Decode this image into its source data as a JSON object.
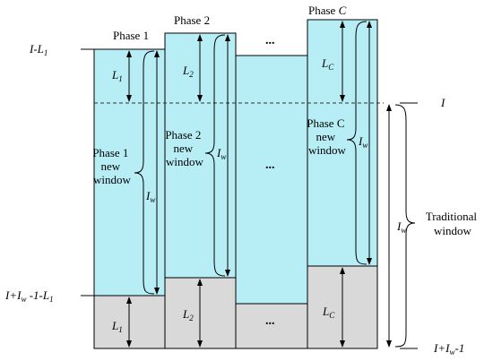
{
  "colors": {
    "window_fill": "#b7eef6",
    "lower_fill": "#d9d9d9",
    "stroke": "#000000",
    "dashed_line": "#333333"
  },
  "phases": [
    {
      "title": "Phase 1",
      "length_label": "L",
      "length_sub": "1",
      "window_label_lines": [
        "Phase 1",
        "new",
        "window"
      ]
    },
    {
      "title": "Phase 2",
      "length_label": "L",
      "length_sub": "2",
      "window_label_lines": [
        "Phase 2",
        "new",
        "window"
      ]
    },
    {
      "title": "...",
      "length_label": "...",
      "length_sub": "",
      "window_label_lines": [
        "..."
      ]
    },
    {
      "title_prefix": "Phase ",
      "title_var": "C",
      "length_label": "L",
      "length_sub": "C",
      "window_label_lines": [
        "Phase C",
        "new",
        "window"
      ]
    }
  ],
  "window_width_label": "I",
  "window_width_sub": "w",
  "left_markers": {
    "top": {
      "main": "I",
      "rest": "-L",
      "sub": "1"
    },
    "bottom": {
      "p1": "I+I",
      "sub": "w",
      "p2": " -1-L",
      "sub2": "1"
    }
  },
  "right_markers": {
    "top": "I",
    "bottom": {
      "p1": "I+I",
      "sub": "w",
      "p2": "-1"
    }
  },
  "traditional_window_lines": [
    "Traditional",
    "window"
  ]
}
